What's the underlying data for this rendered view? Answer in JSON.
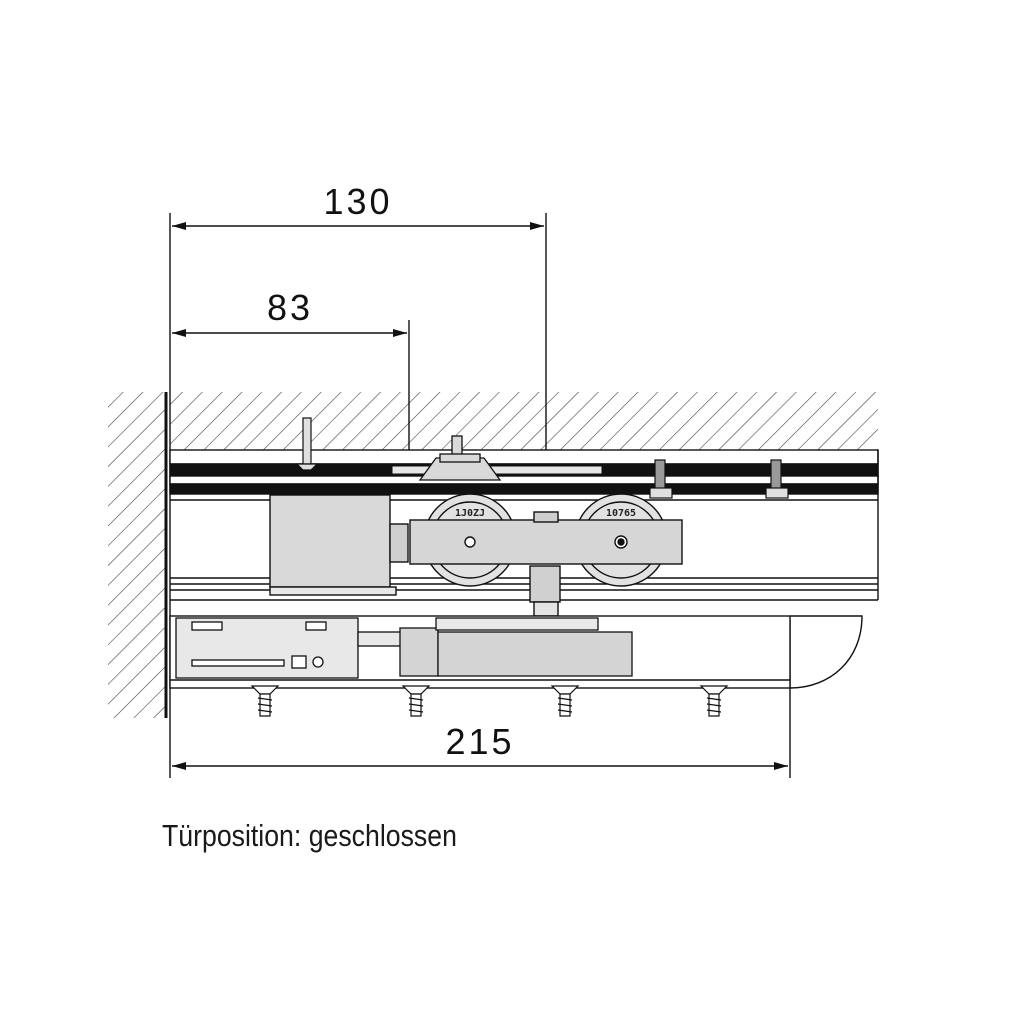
{
  "dimensions": {
    "top_outer": "130",
    "top_inner": "83",
    "bottom": "215"
  },
  "wheel_labels": {
    "left": "1J0ZJ",
    "right": "10765"
  },
  "caption": "Türposition: geschlossen",
  "colors": {
    "line": "#111111",
    "part_fill": "#d9d9d9",
    "part_fill_dark": "#c4c4c4",
    "hatch": "#333333"
  }
}
